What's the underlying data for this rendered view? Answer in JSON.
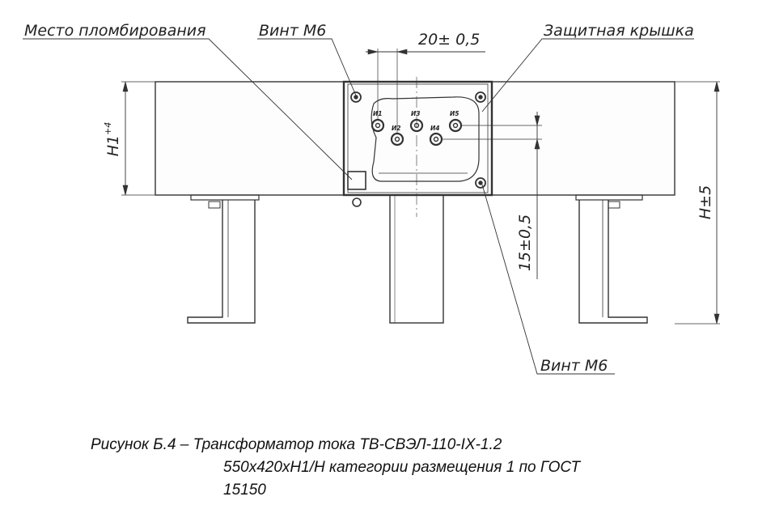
{
  "labels": {
    "seal_place": "Место пломбирования",
    "screw_top": "Винт М6",
    "cover": "Защитная крышка",
    "screw_bottom": "Винт М6",
    "dim_20": "20± 0,5",
    "dim_15": "15±0,5",
    "dim_h1_base": "H1",
    "dim_h1_tol": "+4",
    "dim_h": "H±5"
  },
  "terminals": [
    "И1",
    "И2",
    "И3",
    "И4",
    "И5"
  ],
  "caption": {
    "line1": "Рисунок Б.4 – Трансформатор тока ТВ-СВЭЛ-110-IX-1.2",
    "line2": "550х420хН1/Н категории размещения 1 по ГОСТ",
    "line3": "15150"
  }
}
